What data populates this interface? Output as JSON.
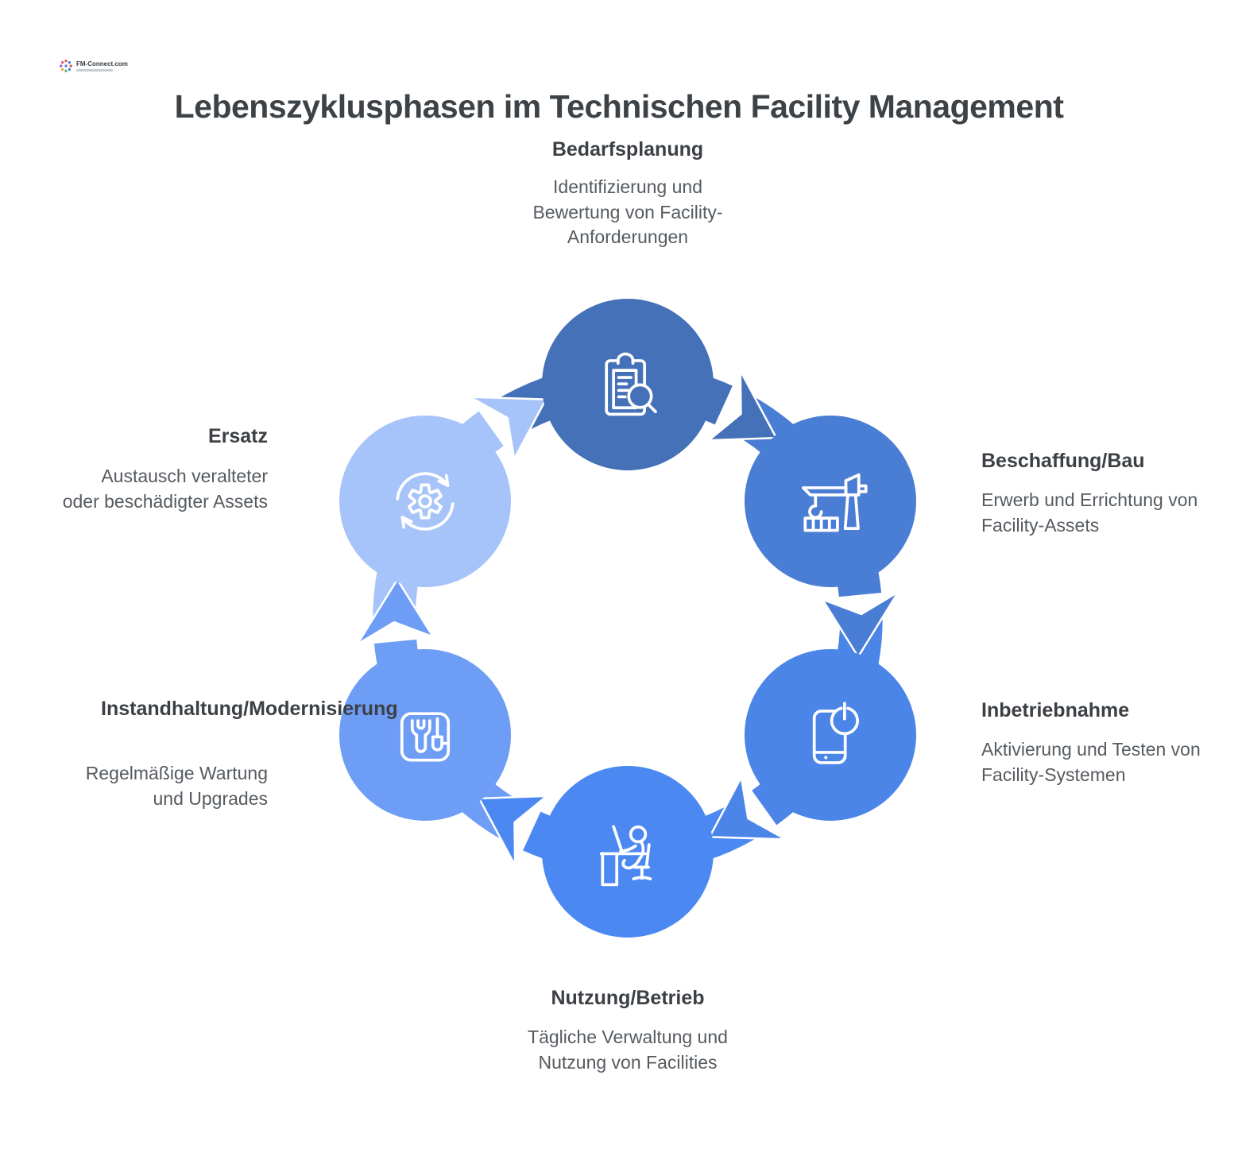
{
  "logo": {
    "name": "FM-Connect.com",
    "burst_colors": [
      "#e04b3c",
      "#3b7de0",
      "#41b05a",
      "#f2a13b",
      "#8e5bd0",
      "#e04b9a"
    ]
  },
  "title": "Lebenszyklusphasen im Technischen Facility Management",
  "phases": [
    {
      "label": "Bedarfsplanung",
      "description": "Identifizierung und Bewertung von Facility-Anforderungen",
      "color": "#4471b8",
      "icon": "clipboard-search-icon"
    },
    {
      "label": "Beschaffung/Bau",
      "description": "Erwerb und Errichtung von Facility-Assets",
      "color": "#4a7dd4",
      "icon": "construction-crane-icon"
    },
    {
      "label": "Inbetriebnahme",
      "description": "Aktivierung und Testen von Facility-Systemen",
      "color": "#4b85e8",
      "icon": "device-power-icon"
    },
    {
      "label": "Nutzung/Betrieb",
      "description": "Tägliche Verwaltung und Nutzung von Facilities",
      "color": "#4c88f2",
      "icon": "workstation-icon"
    },
    {
      "label": "Instandhaltung/Modernisierung",
      "description": "Regelmäßige Wartung und Upgrades",
      "color": "#6e9df6",
      "icon": "tools-icon"
    },
    {
      "label": "Ersatz",
      "description": "Austausch veralteter oder beschädigter Assets",
      "color": "#a7c4fa",
      "icon": "sync-gear-icon"
    }
  ]
}
